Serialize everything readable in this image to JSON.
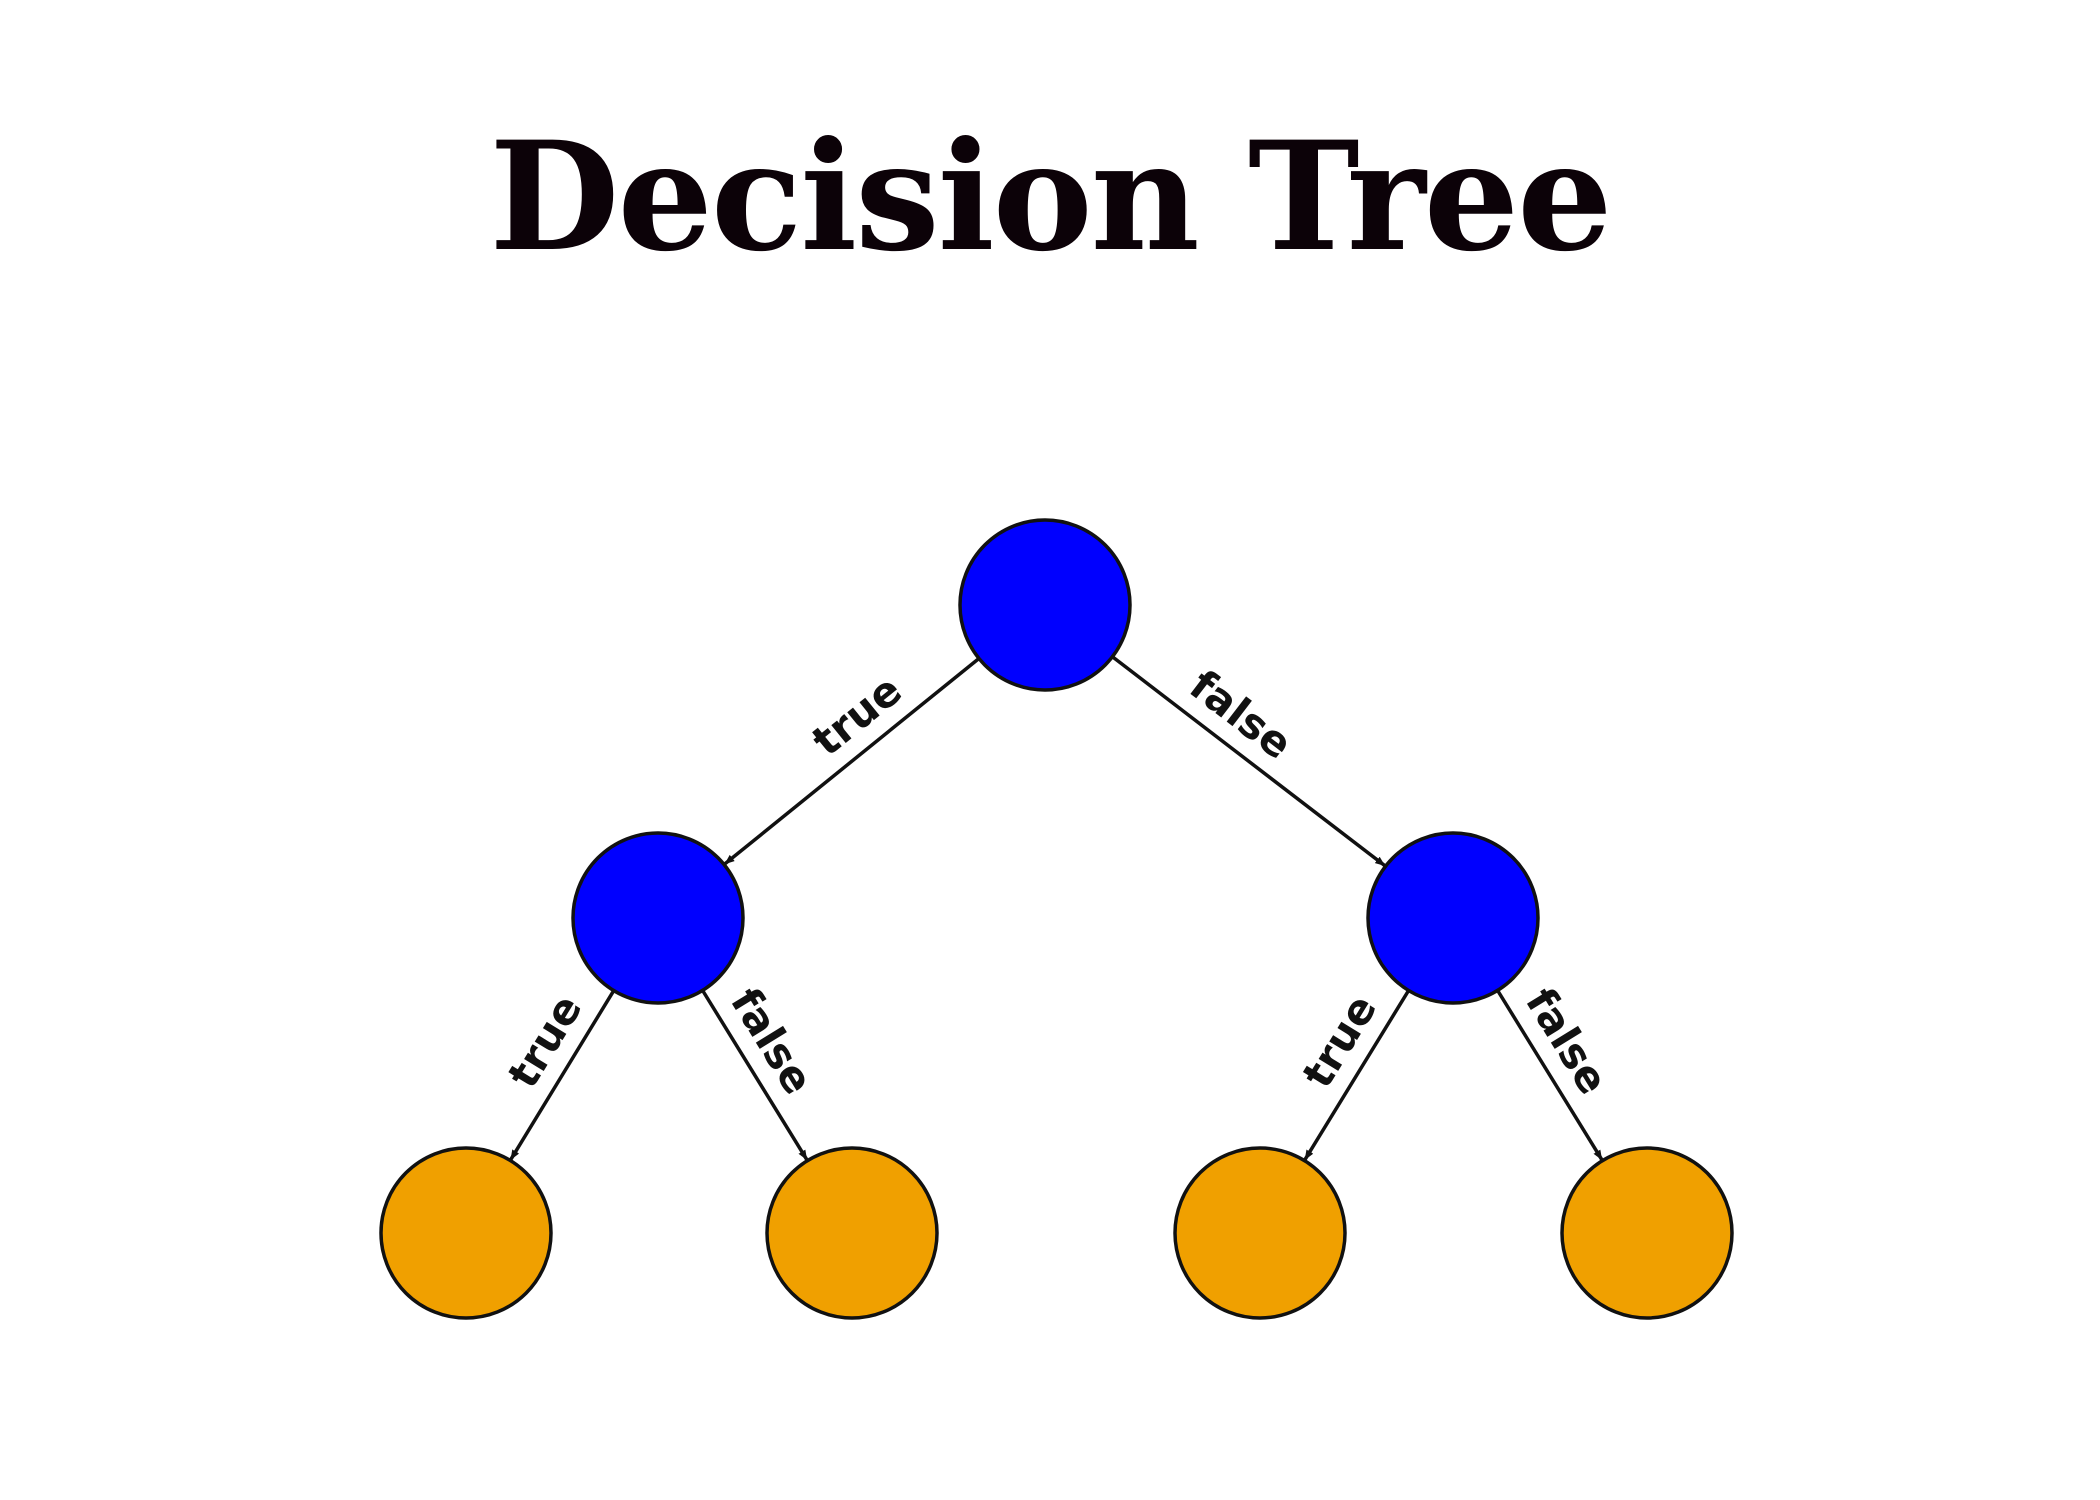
{
  "title": "Decision Tree",
  "colors": {
    "decision_node": "#0000ff",
    "leaf_node": "#f0a000",
    "outline": "#111111",
    "background": "#ffffff"
  },
  "tree": {
    "nodes": [
      {
        "id": "root",
        "kind": "decision"
      },
      {
        "id": "left",
        "kind": "decision"
      },
      {
        "id": "right",
        "kind": "decision"
      },
      {
        "id": "leaf-1",
        "kind": "leaf"
      },
      {
        "id": "leaf-2",
        "kind": "leaf"
      },
      {
        "id": "leaf-3",
        "kind": "leaf"
      },
      {
        "id": "leaf-4",
        "kind": "leaf"
      }
    ],
    "edges": [
      {
        "from": "root",
        "to": "left",
        "label": "true"
      },
      {
        "from": "root",
        "to": "right",
        "label": "false"
      },
      {
        "from": "left",
        "to": "leaf-1",
        "label": "true"
      },
      {
        "from": "left",
        "to": "leaf-2",
        "label": "false"
      },
      {
        "from": "right",
        "to": "leaf-3",
        "label": "true"
      },
      {
        "from": "right",
        "to": "leaf-4",
        "label": "false"
      }
    ]
  }
}
